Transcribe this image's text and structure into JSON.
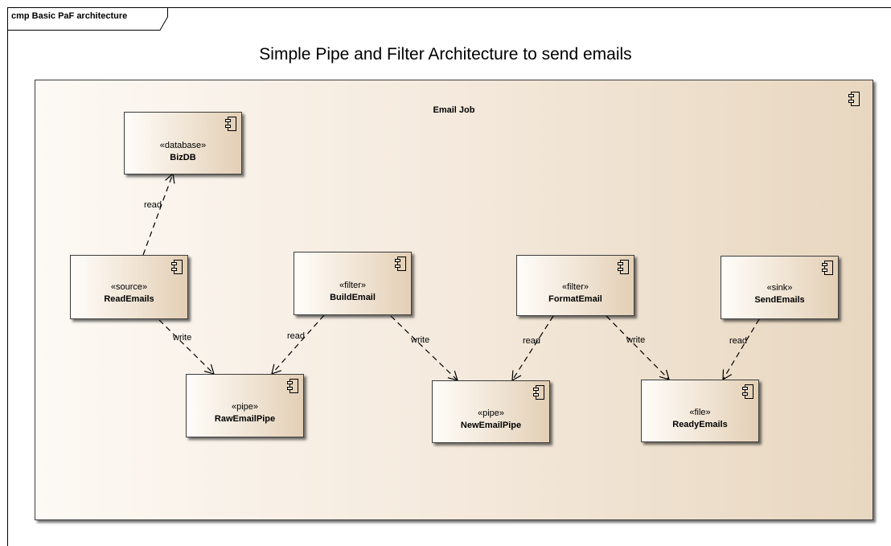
{
  "frame": {
    "tab_label": "cmp Basic PaF architecture",
    "title": "Simple Pipe and Filter Architecture to send emails"
  },
  "container": {
    "name": "Email Job",
    "icon": "component-icon"
  },
  "components": {
    "bizdb": {
      "stereotype": "«database»",
      "name": "BizDB"
    },
    "read_emails": {
      "stereotype": "«source»",
      "name": "ReadEmails"
    },
    "build_email": {
      "stereotype": "«filter»",
      "name": "BuildEmail"
    },
    "format_email": {
      "stereotype": "«filter»",
      "name": "FormatEmail"
    },
    "send_emails": {
      "stereotype": "«sink»",
      "name": "SendEmails"
    },
    "raw_email_pipe": {
      "stereotype": "«pipe»",
      "name": "RawEmailPipe"
    },
    "new_email_pipe": {
      "stereotype": "«pipe»",
      "name": "NewEmailPipe"
    },
    "ready_emails": {
      "stereotype": "«file»",
      "name": "ReadyEmails"
    }
  },
  "connections": [
    {
      "from": "ReadEmails",
      "to": "BizDB",
      "label": "read"
    },
    {
      "from": "ReadEmails",
      "to": "RawEmailPipe",
      "label": "write"
    },
    {
      "from": "BuildEmail",
      "to": "RawEmailPipe",
      "label": "read"
    },
    {
      "from": "BuildEmail",
      "to": "NewEmailPipe",
      "label": "write"
    },
    {
      "from": "FormatEmail",
      "to": "NewEmailPipe",
      "label": "read"
    },
    {
      "from": "FormatEmail",
      "to": "ReadyEmails",
      "label": "write"
    },
    {
      "from": "SendEmails",
      "to": "ReadyEmails",
      "label": "read"
    }
  ],
  "colors": {
    "border": "#3c3c3c",
    "fill_light": "#fdf9f4",
    "fill_dark": "#e8d7c0"
  }
}
